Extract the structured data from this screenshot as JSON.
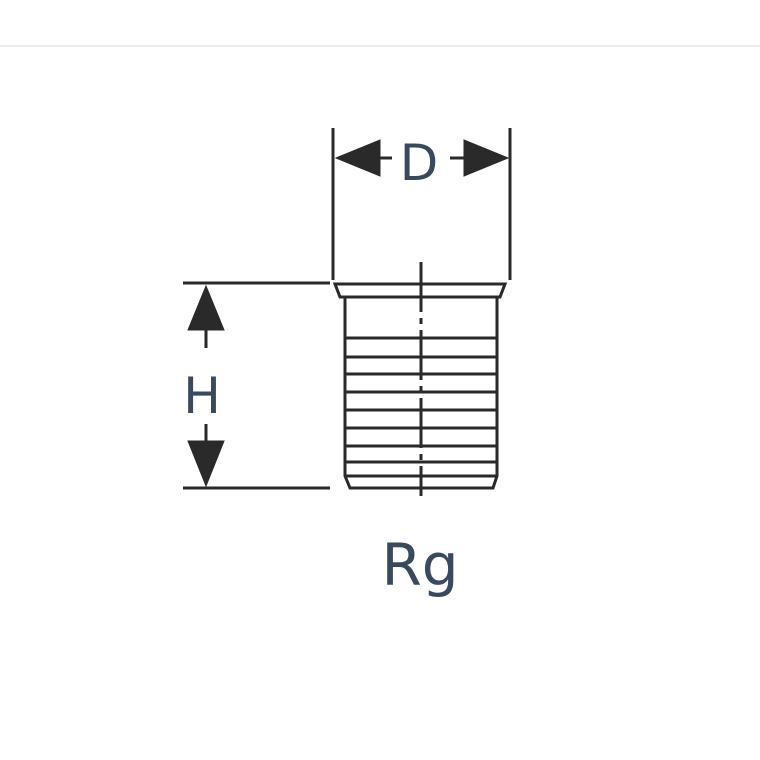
{
  "labels": {
    "diameter": "D",
    "height": "H",
    "thread": "Rg"
  },
  "colors": {
    "line": "#2a2a2a",
    "text": "#3a4a5e",
    "background": "#ffffff"
  }
}
